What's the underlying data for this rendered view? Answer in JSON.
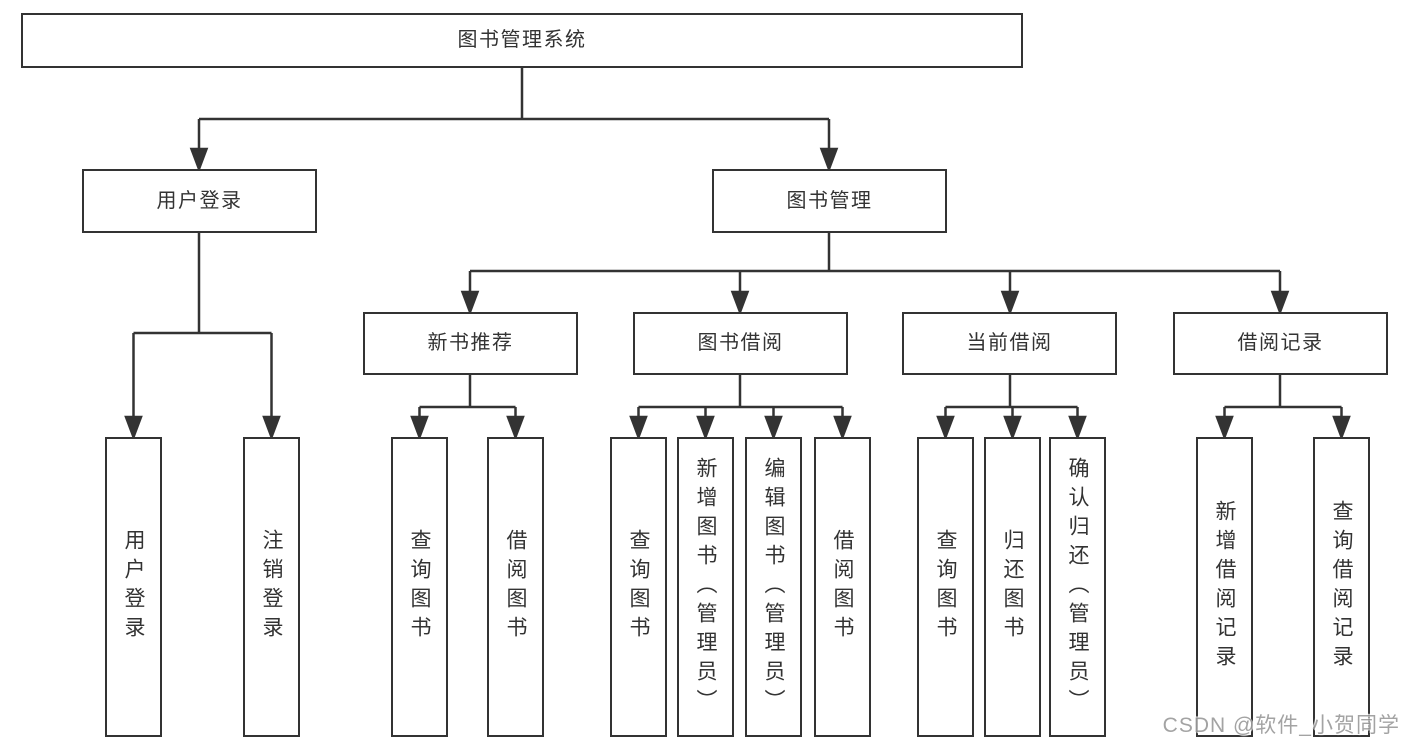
{
  "tree": {
    "root": "图书管理系统",
    "branches": [
      {
        "label": "用户登录"
      },
      {
        "label": "图书管理"
      }
    ],
    "modules": [
      {
        "label": "新书推荐"
      },
      {
        "label": "图书借阅"
      },
      {
        "label": "当前借阅"
      },
      {
        "label": "借阅记录"
      }
    ],
    "leaves": {
      "user_login": [
        "用户登录",
        "注销登录"
      ],
      "new_book": [
        "查询图书",
        "借阅图书"
      ],
      "book_borrow": [
        "查询图书",
        "新增图书（管理员）",
        "编辑图书（管理员）",
        "借阅图书"
      ],
      "current_borrow": [
        "查询图书",
        "归还图书",
        "确认归还（管理员）"
      ],
      "borrow_records": [
        "新增借阅记录",
        "查询借阅记录"
      ]
    }
  },
  "watermark": "CSDN @软件_小贺同学",
  "colors": {
    "line": "#333333",
    "text": "#333333",
    "background": "#ffffff",
    "watermark": "#9c9c9c"
  }
}
